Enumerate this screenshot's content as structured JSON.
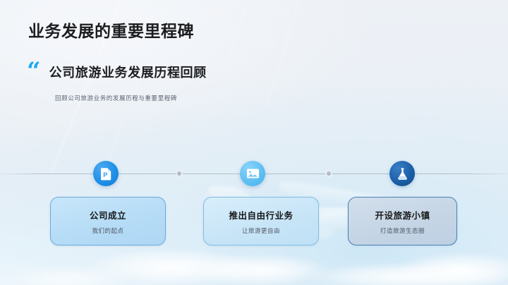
{
  "slide": {
    "title": "业务发展的重要里程碑",
    "quote_mark": "“",
    "quote_heading": "公司旅游业务发展历程回顾",
    "quote_sub": "回顾公司旅游业务的发展历程与重要里程碑",
    "accent_color": "#1ca9f0"
  },
  "timeline": {
    "dots": 2,
    "nodes": [
      {
        "icon": "document-file-icon",
        "icon_color": "#ffffff",
        "circle_color": "#1e90e8",
        "title": "公司成立",
        "subtitle": "我们的起点",
        "card_fill": "#bfe0f7",
        "card_border": "#6aa9db"
      },
      {
        "icon": "image-photo-icon",
        "icon_color": "#ffffff",
        "circle_color": "#60bff2",
        "title": "推出自由行业务",
        "subtitle": "让旅游更自由",
        "card_fill": "#cfe8f8",
        "card_border": "#7fbde4"
      },
      {
        "icon": "flask-beaker-icon",
        "icon_color": "#ffffff",
        "circle_color": "#1a5fa8",
        "title": "开设旅游小镇",
        "subtitle": "打造旅游生态圈",
        "card_fill": "#c7d7e6",
        "card_border": "#4a7fb5"
      }
    ]
  }
}
